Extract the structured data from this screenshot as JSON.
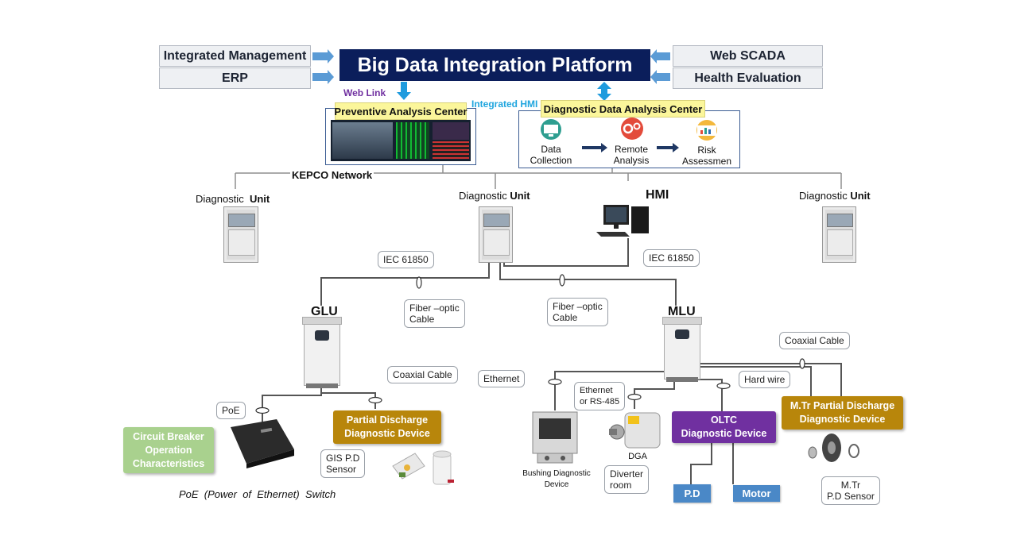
{
  "header": {
    "title": "Big Data Integration Platform",
    "left_boxes": [
      "Integrated Management",
      "ERP"
    ],
    "right_boxes": [
      "Web SCADA",
      "Health Evaluation"
    ],
    "web_link": "Web Link",
    "integrated_hmi": "Integrated HMI"
  },
  "centers": {
    "preventive": "Preventive Analysis Center",
    "diagnostic": "Diagnostic Data Analysis Center",
    "steps": [
      {
        "line1": "Data",
        "line2": "Collection",
        "icon": "monitor-icon"
      },
      {
        "line1": "Remote",
        "line2": "Analysis",
        "icon": "gears-icon"
      },
      {
        "line1": "Risk",
        "line2": "Assessmen",
        "icon": "chart-icon"
      }
    ]
  },
  "network": {
    "label": "KEPCO  Network",
    "unit_prefix": "Diagnostic",
    "unit_bold": "Unit",
    "hmi": "HMI"
  },
  "links": {
    "iec_left": "IEC 61850",
    "iec_right": "IEC 61850",
    "fiber_left_1": "Fiber –optic",
    "fiber_left_2": "Cable",
    "fiber_right_1": "Fiber –optic",
    "fiber_right_2": "Cable"
  },
  "glu": {
    "label": "GLU",
    "poe": "PoE",
    "coaxial": "Coaxial   Cable",
    "pd_device_1": "Partial Discharge",
    "pd_device_2": "Diagnostic Device",
    "cb_1": "Circuit Breaker",
    "cb_2": "Operation",
    "cb_3": "Characteristics",
    "gis_1": "GIS   P.D",
    "gis_2": "Sensor",
    "poe_switch": "PoE  (Power  of  Ethernet)  Switch"
  },
  "mlu": {
    "label": "MLU",
    "coaxial": "Coaxial   Cable",
    "ethernet": "Ethernet",
    "ethernet_rs_1": "Ethernet",
    "ethernet_rs_2": "or RS-485",
    "hard_wire": "Hard  wire",
    "mtr_1": "M.Tr Partial Discharge",
    "mtr_2": "Diagnostic Device",
    "oltc_1": "OLTC",
    "oltc_2": "Diagnostic Device",
    "bushing_1": "Bushing Diagnostic",
    "bushing_2": "Device",
    "dga": "DGA",
    "diverter_1": "Diverter",
    "diverter_2": "room",
    "pd": "P.D",
    "motor": "Motor",
    "mtr_sensor_1": "M.Tr",
    "mtr_sensor_2": "P.D   Sensor"
  }
}
